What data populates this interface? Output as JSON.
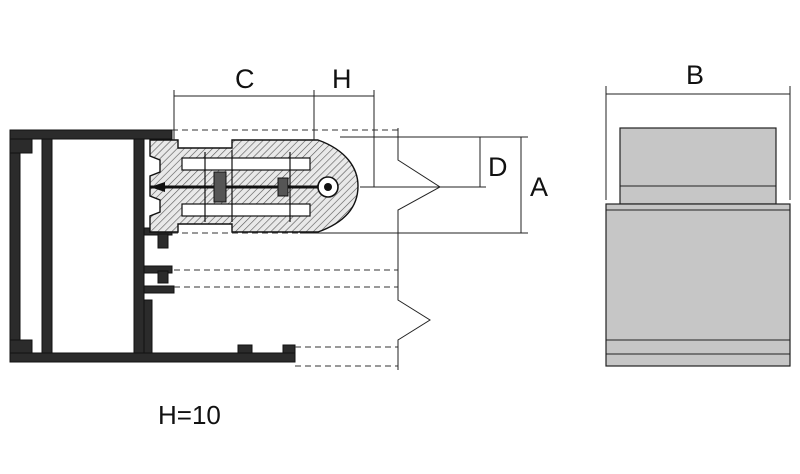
{
  "labels": {
    "c": "C",
    "h": "H",
    "d": "D",
    "a": "A",
    "b": "B"
  },
  "caption": "H=10",
  "colors": {
    "profile": "#2b2b2b",
    "insert_gray": "#c6c6c6",
    "line": "#222222"
  }
}
